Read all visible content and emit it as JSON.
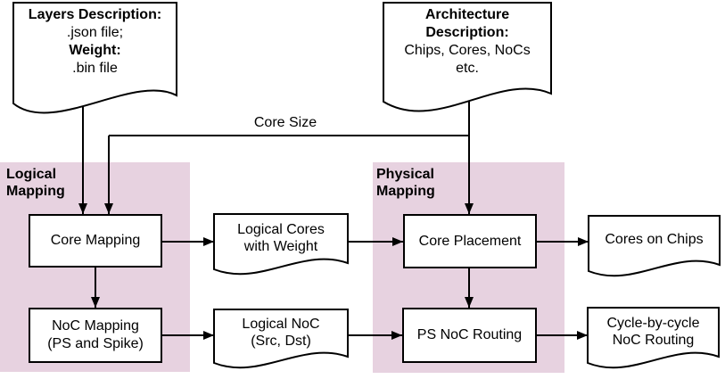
{
  "colors": {
    "region_fill": "#e7d2e0",
    "box_fill": "#ffffff",
    "stroke": "#000000",
    "background": "#ffffff"
  },
  "regions": {
    "logical": {
      "label": "Logical\nMapping"
    },
    "physical": {
      "label": "Physical\nMapping"
    }
  },
  "documents": {
    "layers": {
      "lines": [
        "Layers Description:",
        ".json file;",
        "Weight:",
        ".bin file"
      ]
    },
    "architecture": {
      "lines": [
        "Architecture",
        "Description:",
        "Chips, Cores, NoCs",
        "etc."
      ]
    },
    "logical_cores": {
      "lines": [
        "Logical Cores",
        "with Weight"
      ]
    },
    "logical_noc": {
      "lines": [
        "Logical NoC",
        "(Src, Dst)"
      ]
    },
    "cores_on_chips": {
      "lines": [
        "Cores on Chips"
      ]
    },
    "cycle_noc_routing": {
      "lines": [
        "Cycle-by-cycle",
        "NoC Routing"
      ]
    }
  },
  "boxes": {
    "core_mapping": {
      "lines": [
        "Core Mapping"
      ]
    },
    "noc_mapping": {
      "lines": [
        "NoC Mapping",
        "(PS and Spike)"
      ]
    },
    "core_placement": {
      "lines": [
        "Core Placement"
      ]
    },
    "ps_noc_routing": {
      "lines": [
        "PS NoC Routing"
      ]
    }
  },
  "edges": {
    "core_size_label": "Core Size"
  }
}
